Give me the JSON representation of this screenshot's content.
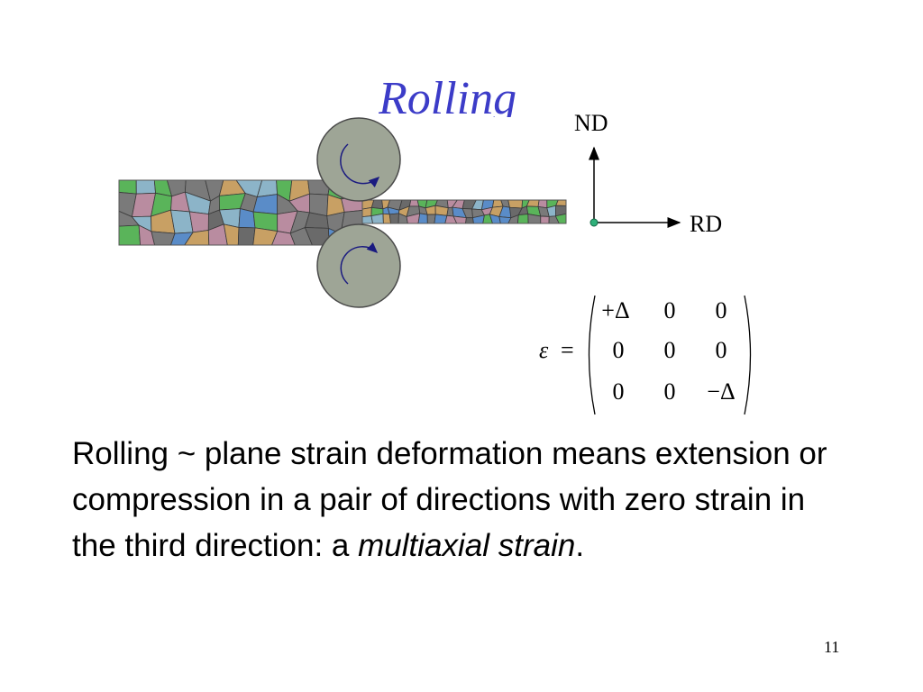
{
  "slide": {
    "title": "Rolling",
    "page_number": "11"
  },
  "axes": {
    "normal": "ND",
    "rolling": "RD"
  },
  "matrix": {
    "symbol": "ε",
    "equals": "=",
    "rows": [
      [
        "+Δ",
        "0",
        "0"
      ],
      [
        "0",
        "0",
        "0"
      ],
      [
        "0",
        "0",
        "−Δ"
      ]
    ]
  },
  "text": {
    "part1": "Rolling ~ plane strain deformation means extension or compression in a pair of directions with zero strain in the third direction: a ",
    "emphasis": "multiaxial strain",
    "part2": "."
  },
  "colors": {
    "title": "#3c3cc8",
    "roller": "#9ea596",
    "grain_palette": [
      "#7a7a7a",
      "#5ab45a",
      "#b98ca0",
      "#c8a064",
      "#5a8cc8",
      "#8cb4c8",
      "#6a6a6a"
    ]
  }
}
